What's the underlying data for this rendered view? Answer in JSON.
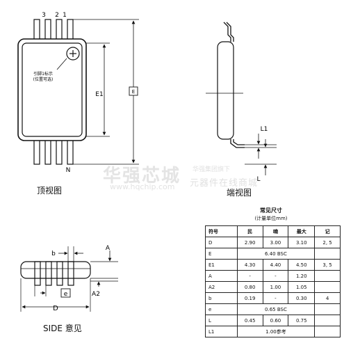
{
  "top_view": {
    "caption": "顶视图",
    "pin_labels": [
      "3",
      "2",
      "1"
    ],
    "pin_n_label": "N",
    "index_note": [
      "引脚1标示",
      "(位置可选)"
    ],
    "dim_e1": "E1",
    "dim_e": "E"
  },
  "end_view": {
    "caption": "端视图",
    "dim_l1": "L1",
    "dim_l": "L"
  },
  "side_view": {
    "caption": "SIDE 意见",
    "dim_b": "b",
    "dim_a": "A",
    "dim_a2": "A2",
    "dim_e_pitch": "e",
    "dim_d": "D"
  },
  "watermark": {
    "brand": "华强芯城",
    "url": "www.hqchip.com",
    "tag": "华强集团旗下",
    "slogan": "元器件在线商城"
  },
  "dimensions_table": {
    "title": "常见尺寸",
    "unit_note": "(计量单位mm)",
    "headers": [
      "符号",
      "民",
      "喃",
      "最大",
      "记"
    ],
    "rows": [
      {
        "sym": "D",
        "min": "2.90",
        "nom": "3.00",
        "max": "3.10",
        "note": "2, 5"
      },
      {
        "sym": "E",
        "span": "6.40 BSC",
        "note": ""
      },
      {
        "sym": "E1",
        "min": "4.30",
        "nom": "4.40",
        "max": "4.50",
        "note": "3, 5"
      },
      {
        "sym": "A",
        "min": "-",
        "nom": "-",
        "max": "1.20",
        "note": ""
      },
      {
        "sym": "A2",
        "min": "0.80",
        "nom": "1.00",
        "max": "1.05",
        "note": ""
      },
      {
        "sym": "b",
        "min": "0.19",
        "nom": "-",
        "max": "0.30",
        "note": "4"
      },
      {
        "sym": "e",
        "span": "0.65 BSC",
        "note": ""
      },
      {
        "sym": "L",
        "min": "0.45",
        "nom": "0.60",
        "max": "0.75",
        "note": ""
      },
      {
        "sym": "L1",
        "span": "1.00参考",
        "note": ""
      }
    ]
  }
}
